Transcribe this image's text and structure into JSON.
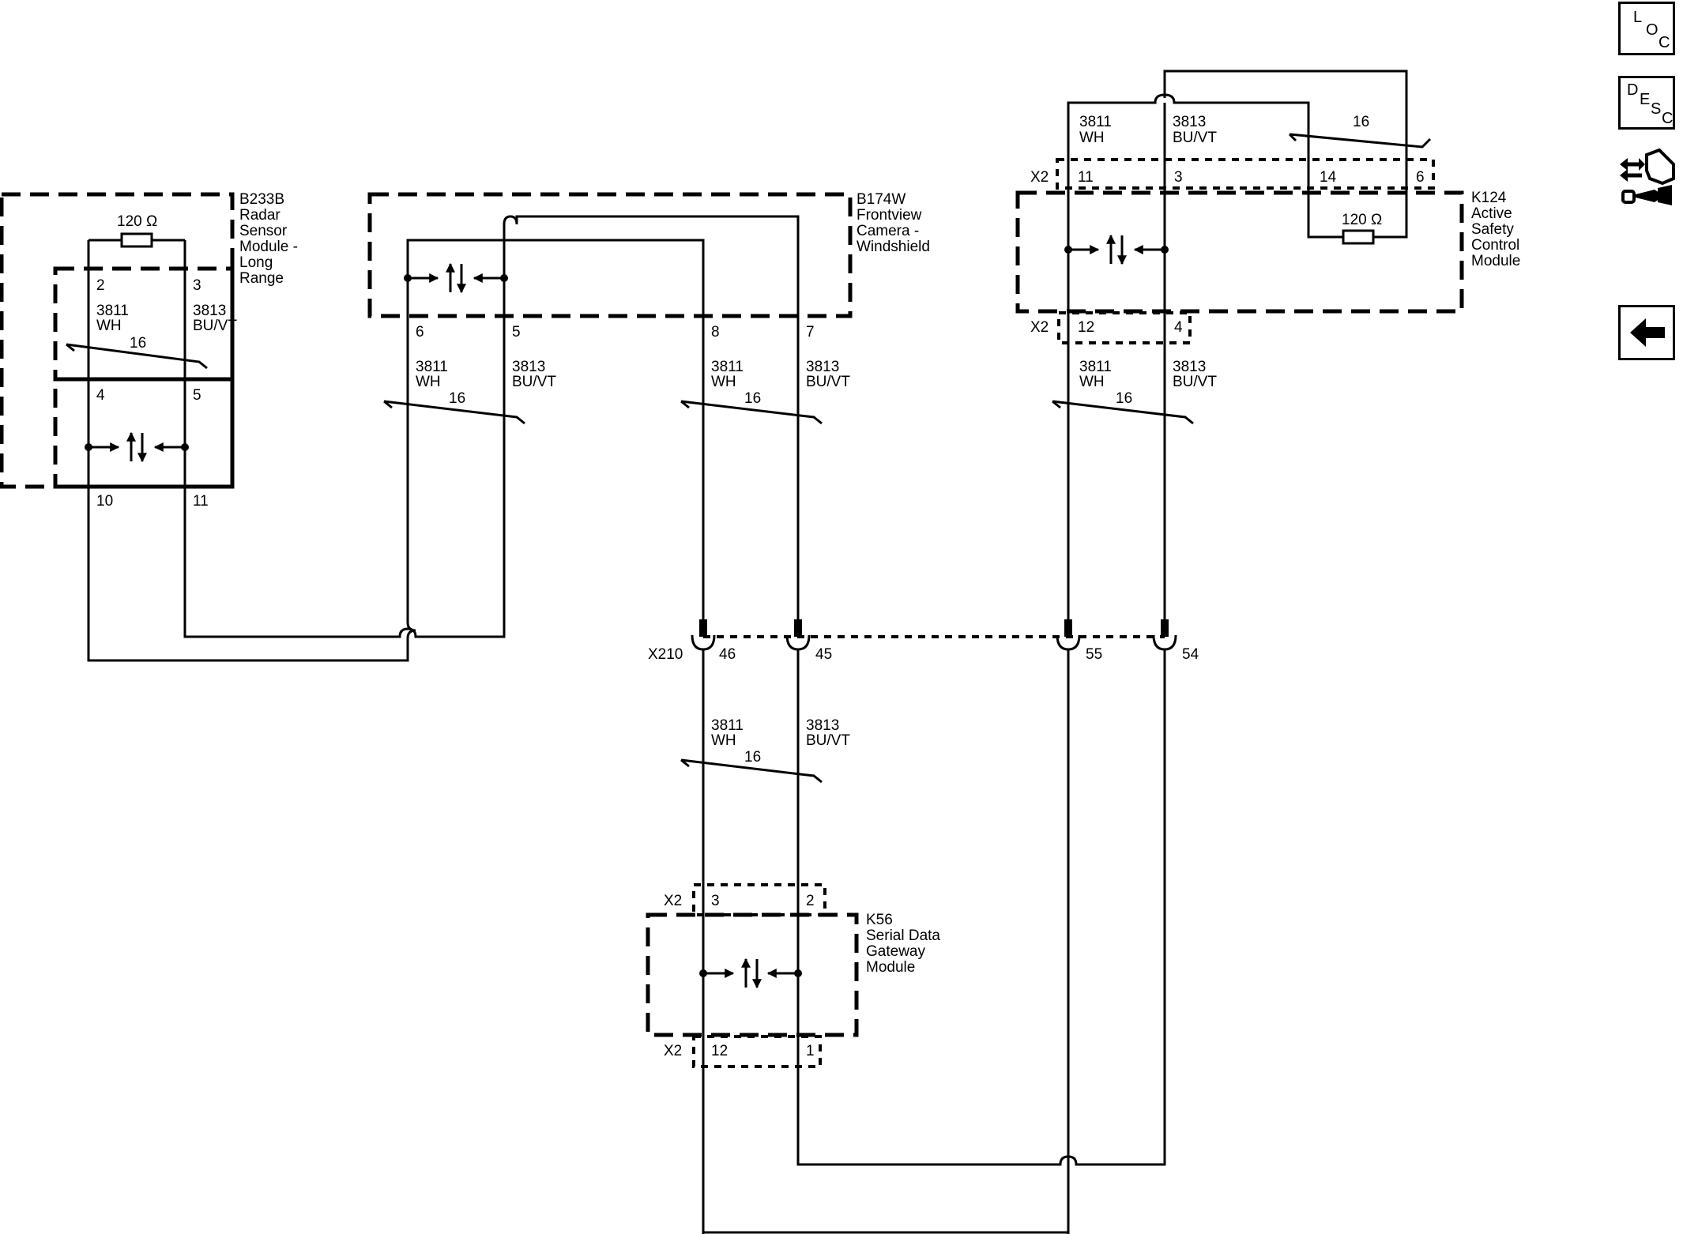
{
  "modules": {
    "b233b": {
      "lines": [
        "B233B",
        "Radar",
        "Sensor",
        "Module -",
        "Long",
        "Range"
      ]
    },
    "b174w": {
      "lines": [
        "B174W",
        "Frontview",
        "Camera -",
        "Windshield"
      ]
    },
    "k124": {
      "lines": [
        "K124",
        "Active",
        "Safety",
        "Control",
        "Module"
      ]
    },
    "k56": {
      "lines": [
        "K56",
        "Serial Data",
        "Gateway",
        "Module"
      ]
    }
  },
  "resistors": {
    "b233b": "120 Ω",
    "k124": "120 Ω"
  },
  "wire_labels": {
    "circuit_wh": "3811",
    "color_wh": "WH",
    "circuit_bu": "3813",
    "color_bu": "BU/VT",
    "gauge": "16"
  },
  "connectors": {
    "x2": "X2",
    "x210": "X210"
  },
  "pins": {
    "b233b": {
      "top_wh": "2",
      "top_bu": "3",
      "mid_wh": "4",
      "mid_bu": "5",
      "bot_wh": "10",
      "bot_bu": "11"
    },
    "b174w": {
      "a_wh": "6",
      "a_bu": "5",
      "b_wh": "8",
      "b_bu": "7"
    },
    "k124": {
      "top_wh": "11",
      "top_bu": "3",
      "top_r1": "14",
      "top_r2": "6",
      "bot_wh": "12",
      "bot_bu": "4"
    },
    "x210": {
      "p46": "46",
      "p45": "45",
      "p55": "55",
      "p54": "54"
    },
    "k56": {
      "top_wh": "3",
      "top_bu": "2",
      "bot_wh": "12",
      "bot_bu": "1"
    }
  },
  "sidebar": {
    "loc": [
      "L",
      "O",
      "C"
    ],
    "desc": [
      "D",
      "E",
      "S",
      "C"
    ]
  }
}
